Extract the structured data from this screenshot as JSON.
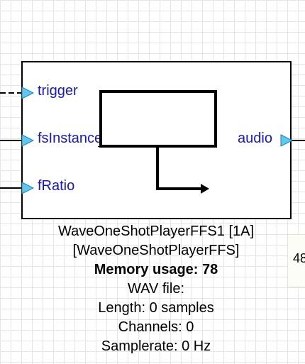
{
  "block": {
    "inputs": [
      {
        "label": "trigger",
        "wire": "dashed"
      },
      {
        "label": "fsInstance",
        "wire": "solid"
      },
      {
        "label": "fRatio",
        "wire": "solid"
      }
    ],
    "output": {
      "label": "audio"
    },
    "pin_color": "#5fc8f0",
    "label_color": "#1515d6"
  },
  "caption": {
    "instance": "WaveOneShotPlayerFFS1 [1A]",
    "type": "[WaveOneShotPlayerFFS]",
    "memory": "Memory usage: 78",
    "wav": "WAV file:",
    "length": "Length: 0 samples",
    "channels": "Channels: 0",
    "samplerate": "Samplerate: 0 Hz"
  },
  "side_panel": {
    "text": "48"
  },
  "icon": "oneshot-waveform-icon"
}
